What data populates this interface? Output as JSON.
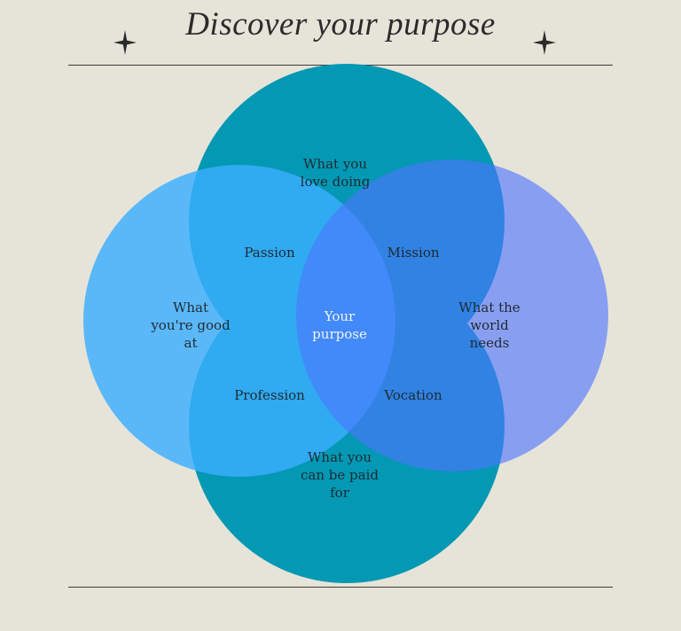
{
  "title": "Discover your purpose",
  "colors": {
    "background": "#e6e4d9",
    "top_circle": "#0398b3",
    "bottom_circle": "#0398b3",
    "left_circle": "#3aafff",
    "right_circle": "#4d74ff"
  },
  "icons": {
    "left": "sparkle-icon",
    "right": "sparkle-icon"
  },
  "circles": {
    "top": "What you\nlove doing",
    "left": "What\nyou're good\nat",
    "right": "What the\nworld\nneeds",
    "bottom": "What you\ncan be paid\nfor"
  },
  "overlaps": {
    "passion": "Passion",
    "mission": "Mission",
    "profession": "Profession",
    "vocation": "Vocation",
    "center": "Your\npurpose"
  }
}
